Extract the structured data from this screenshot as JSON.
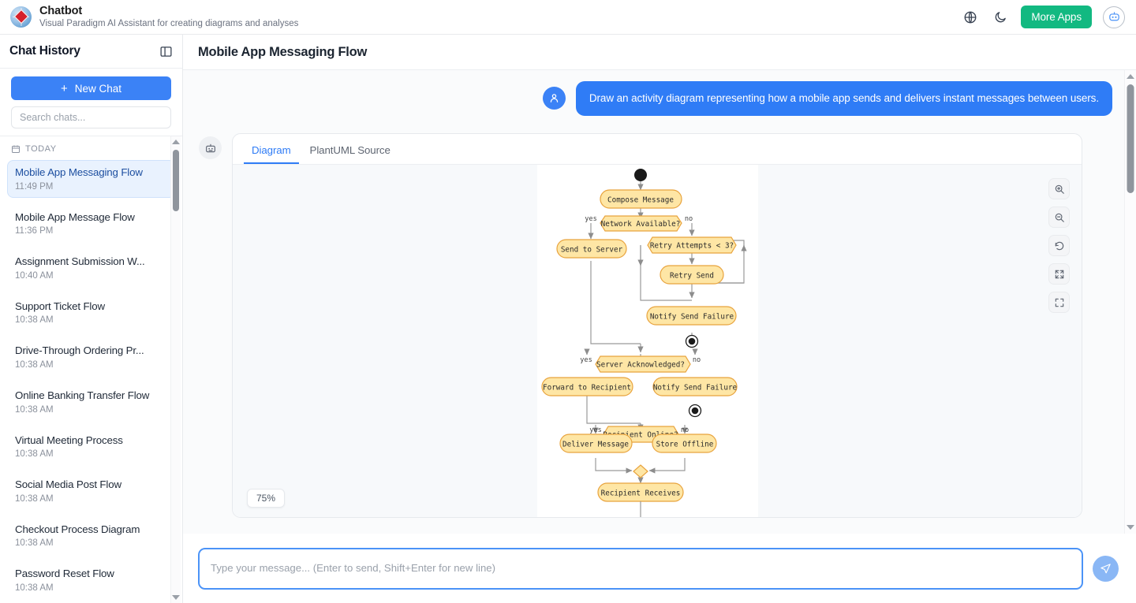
{
  "topbar": {
    "brand_title": "Chatbot",
    "brand_subtitle": "Visual Paradigm AI Assistant for creating diagrams and analyses",
    "language_icon": "globe-icon",
    "theme_icon": "moon-icon",
    "more_apps_label": "More Apps",
    "avatar_icon": "chatbot-avatar-icon",
    "accent_green": "#12b981"
  },
  "sidebar": {
    "title": "Chat History",
    "collapse_icon": "panel-collapse-icon",
    "new_chat_label": "New Chat",
    "new_chat_icon": "plus-icon",
    "search_placeholder": "Search chats...",
    "group_label": "TODAY",
    "group_icon": "calendar-icon",
    "accent_blue": "#3b82f6",
    "items": [
      {
        "title": "Mobile App Messaging Flow",
        "time": "11:49 PM",
        "active": true
      },
      {
        "title": "Mobile App Message Flow",
        "time": "11:36 PM",
        "active": false
      },
      {
        "title": "Assignment Submission W...",
        "time": "10:40 AM",
        "active": false
      },
      {
        "title": "Support Ticket Flow",
        "time": "10:38 AM",
        "active": false
      },
      {
        "title": "Drive-Through Ordering Pr...",
        "time": "10:38 AM",
        "active": false
      },
      {
        "title": "Online Banking Transfer Flow",
        "time": "10:38 AM",
        "active": false
      },
      {
        "title": "Virtual Meeting Process",
        "time": "10:38 AM",
        "active": false
      },
      {
        "title": "Social Media Post Flow",
        "time": "10:38 AM",
        "active": false
      },
      {
        "title": "Checkout Process Diagram",
        "time": "10:38 AM",
        "active": false
      },
      {
        "title": "Password Reset Flow",
        "time": "10:38 AM",
        "active": false
      }
    ]
  },
  "main": {
    "title": "Mobile App Messaging Flow",
    "user_message": "Draw an activity diagram representing how a mobile app sends and delivers instant messages between users.",
    "user_avatar_icon": "user-icon",
    "bot_avatar_icon": "robot-icon",
    "tabs": [
      {
        "label": "Diagram",
        "active": true
      },
      {
        "label": "PlantUML Source",
        "active": false
      }
    ],
    "zoom_level": "75%",
    "toolbar_buttons": [
      {
        "icon": "zoom-in-icon",
        "title": "Zoom In"
      },
      {
        "icon": "zoom-out-icon",
        "title": "Zoom Out"
      },
      {
        "icon": "reset-icon",
        "title": "Reset"
      },
      {
        "icon": "fit-screen-icon",
        "title": "Fit to Screen"
      },
      {
        "icon": "fullscreen-icon",
        "title": "Fullscreen"
      }
    ]
  },
  "composer": {
    "placeholder": "Type your message... (Enter to send, Shift+Enter for new line)",
    "value": "",
    "send_icon": "send-paper-plane-icon"
  },
  "diagram": {
    "type": "activity-diagram",
    "node_fill": "#FEE6A5",
    "node_stroke": "#E8A33D",
    "nodes": [
      {
        "id": "start",
        "kind": "initial-node"
      },
      {
        "id": "compose",
        "kind": "action",
        "label": "Compose Message"
      },
      {
        "id": "netq",
        "kind": "decision",
        "label": "Network Available?"
      },
      {
        "id": "send",
        "kind": "action",
        "label": "Send to Server"
      },
      {
        "id": "retryq",
        "kind": "decision",
        "label": "Retry Attempts < 3?"
      },
      {
        "id": "retry",
        "kind": "action",
        "label": "Retry Send"
      },
      {
        "id": "fail1",
        "kind": "action",
        "label": "Notify Send Failure"
      },
      {
        "id": "end1",
        "kind": "final-node"
      },
      {
        "id": "ackq",
        "kind": "decision",
        "label": "Server Acknowledged?"
      },
      {
        "id": "forward",
        "kind": "action",
        "label": "Forward to Recipient"
      },
      {
        "id": "fail2",
        "kind": "action",
        "label": "Notify Send Failure"
      },
      {
        "id": "end2",
        "kind": "final-node"
      },
      {
        "id": "onlineq",
        "kind": "decision",
        "label": "Recipient Online?"
      },
      {
        "id": "deliver",
        "kind": "action",
        "label": "Deliver Message"
      },
      {
        "id": "store",
        "kind": "action",
        "label": "Store Offline"
      },
      {
        "id": "merge",
        "kind": "merge-node"
      },
      {
        "id": "receives",
        "kind": "action",
        "label": "Recipient Receives"
      }
    ],
    "edge_labels": [
      "yes",
      "no",
      "yes",
      "no",
      "yes",
      "no"
    ]
  }
}
